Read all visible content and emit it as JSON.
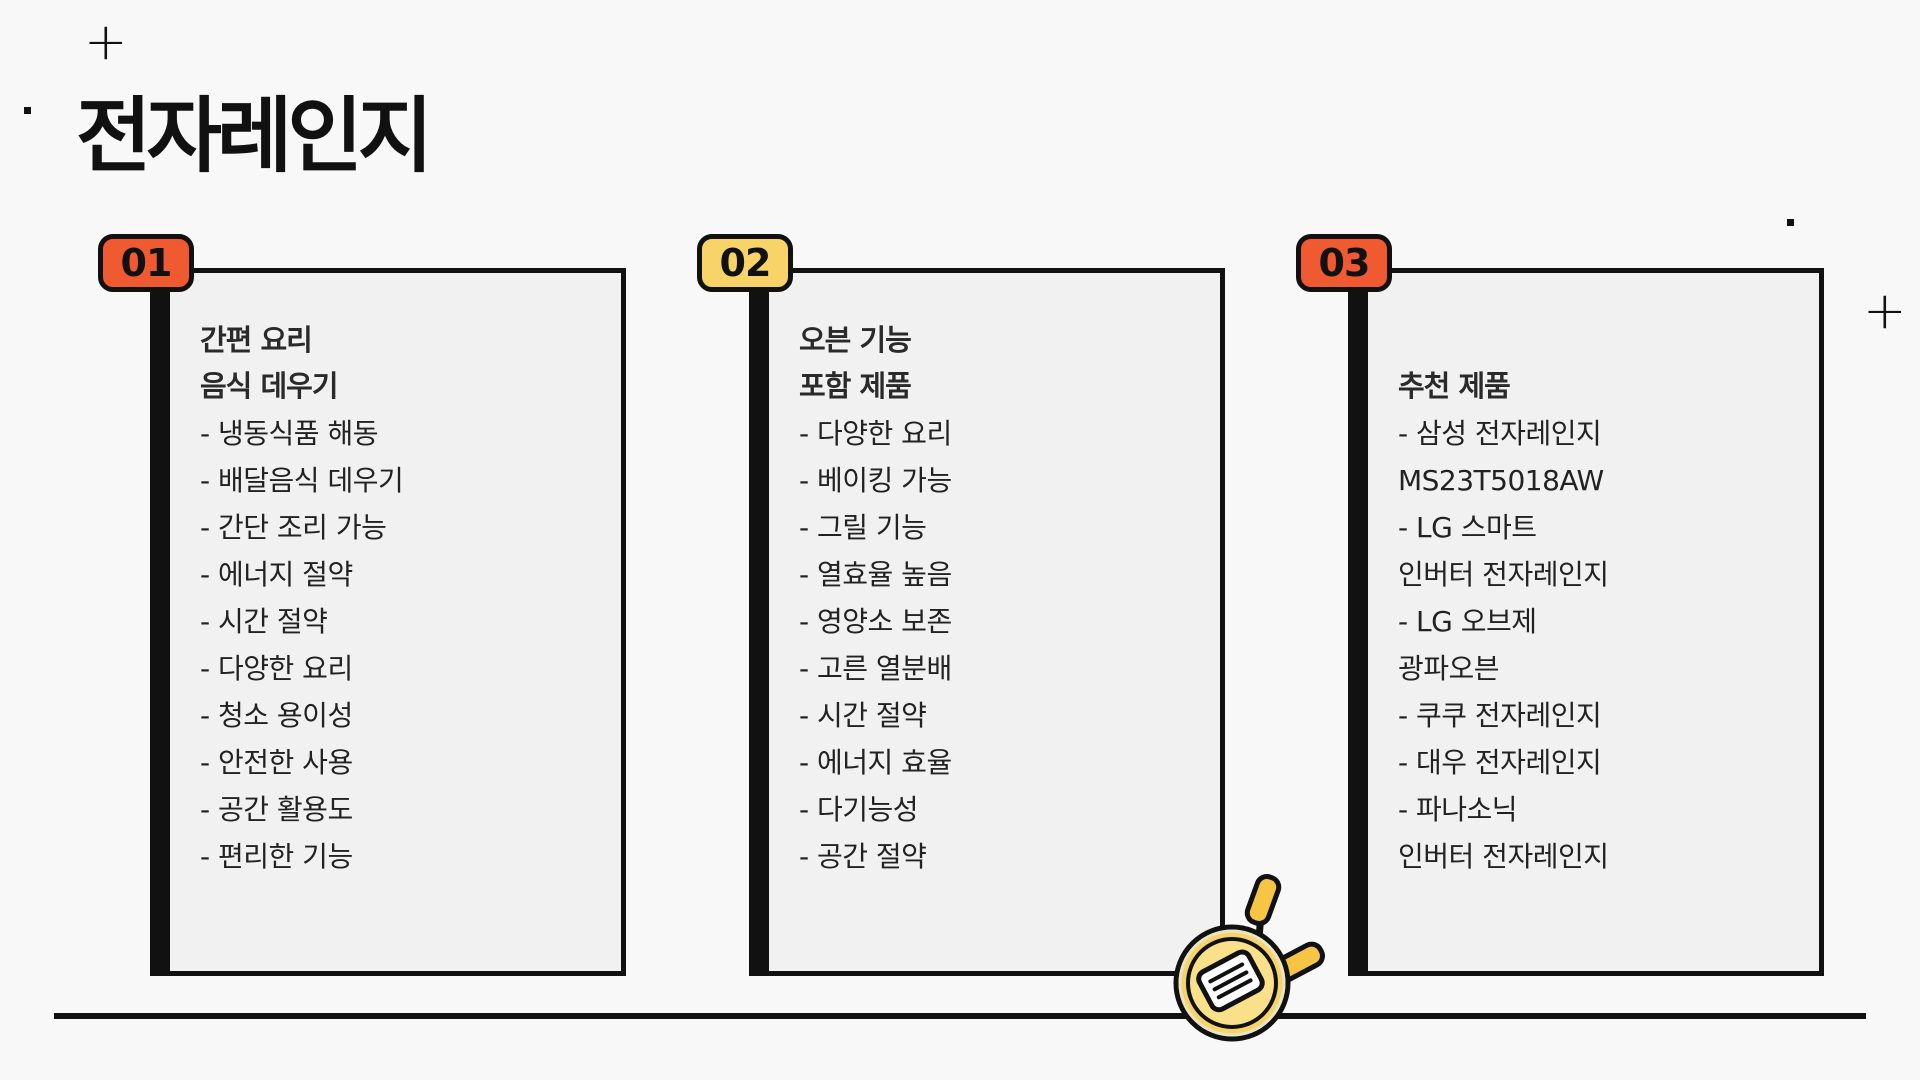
{
  "slide": {
    "title": "전자레인지"
  },
  "cards": [
    {
      "number": "01",
      "badge_color": "#ef5a30",
      "heading": [
        "간편 요리",
        "음식 데우기"
      ],
      "items": [
        "- 냉동식품 해동",
        "- 배달음식 데우기",
        "- 간단 조리 가능",
        "- 에너지 절약",
        "- 시간 절약",
        "- 다양한 요리",
        "- 청소 용이성",
        "- 안전한 사용",
        "- 공간 활용도",
        "- 편리한 기능"
      ]
    },
    {
      "number": "02",
      "badge_color": "#f8d468",
      "heading": [
        "오븐 기능",
        "포함 제품"
      ],
      "items": [
        "- 다양한 요리",
        "- 베이킹 가능",
        "- 그릴 기능",
        "- 열효율 높음",
        "- 영양소 보존",
        "- 고른 열분배",
        "- 시간 절약",
        "- 에너지 효율",
        "- 다기능성",
        "- 공간 절약"
      ]
    },
    {
      "number": "03",
      "badge_color": "#ef5a30",
      "heading": [
        "",
        "추천 제품"
      ],
      "items": [
        "- 삼성 전자레인지",
        "MS23T5018AW",
        "- LG 스마트",
        "인버터 전자레인지",
        "- LG 오브제",
        "광파오븐",
        "- 쿠쿠 전자레인지",
        "- 대우 전자레인지",
        "- 파나소닉",
        "인버터 전자레인지"
      ]
    }
  ],
  "decorations": {
    "plus_glyph": "+",
    "illustration": "frying-pan-with-spatula-icon",
    "pan_colors": {
      "rim": "#f8d468",
      "inner": "#fbe08a",
      "handle": "#f6c545",
      "outline": "#111111"
    }
  }
}
